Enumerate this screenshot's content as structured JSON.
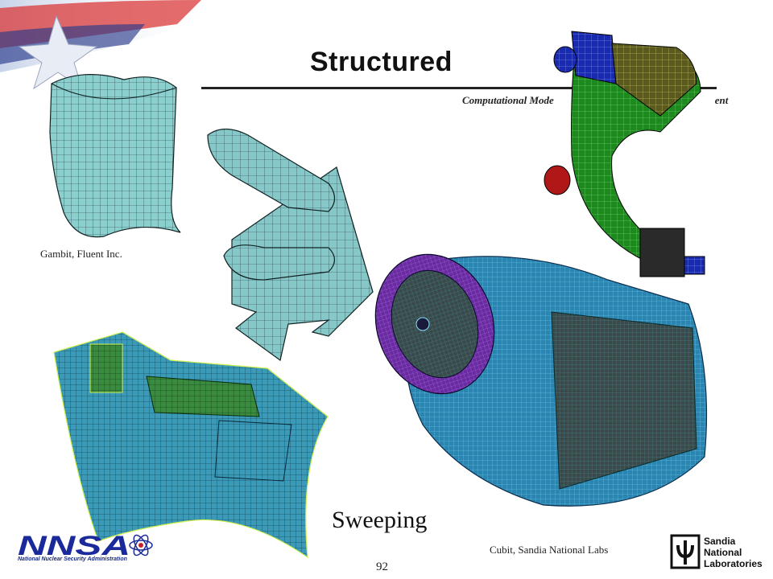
{
  "slide": {
    "title": "Structured",
    "subtitle": "Computational Mode",
    "subtitle_tail": "ent",
    "page_number": "92"
  },
  "captions": {
    "gambit": "Gambit, Fluent Inc.",
    "sweeping": "Sweeping",
    "cubit": "Cubit, Sandia National Labs"
  },
  "logos": {
    "nnsa_letters": "NNSA",
    "nnsa_name": "National Nuclear Security Administration",
    "sandia_line1": "Sandia",
    "sandia_line2": "National",
    "sandia_line3": "Laboratories"
  },
  "colors": {
    "mesh_teal": "#8ad0d0",
    "mesh_green": "#1e8a1e",
    "mesh_blue": "#1e3cc8",
    "mesh_cyan": "#3aa0c8",
    "nnsa_blue": "#1a2a9a",
    "flag_red": "#c8202a"
  }
}
